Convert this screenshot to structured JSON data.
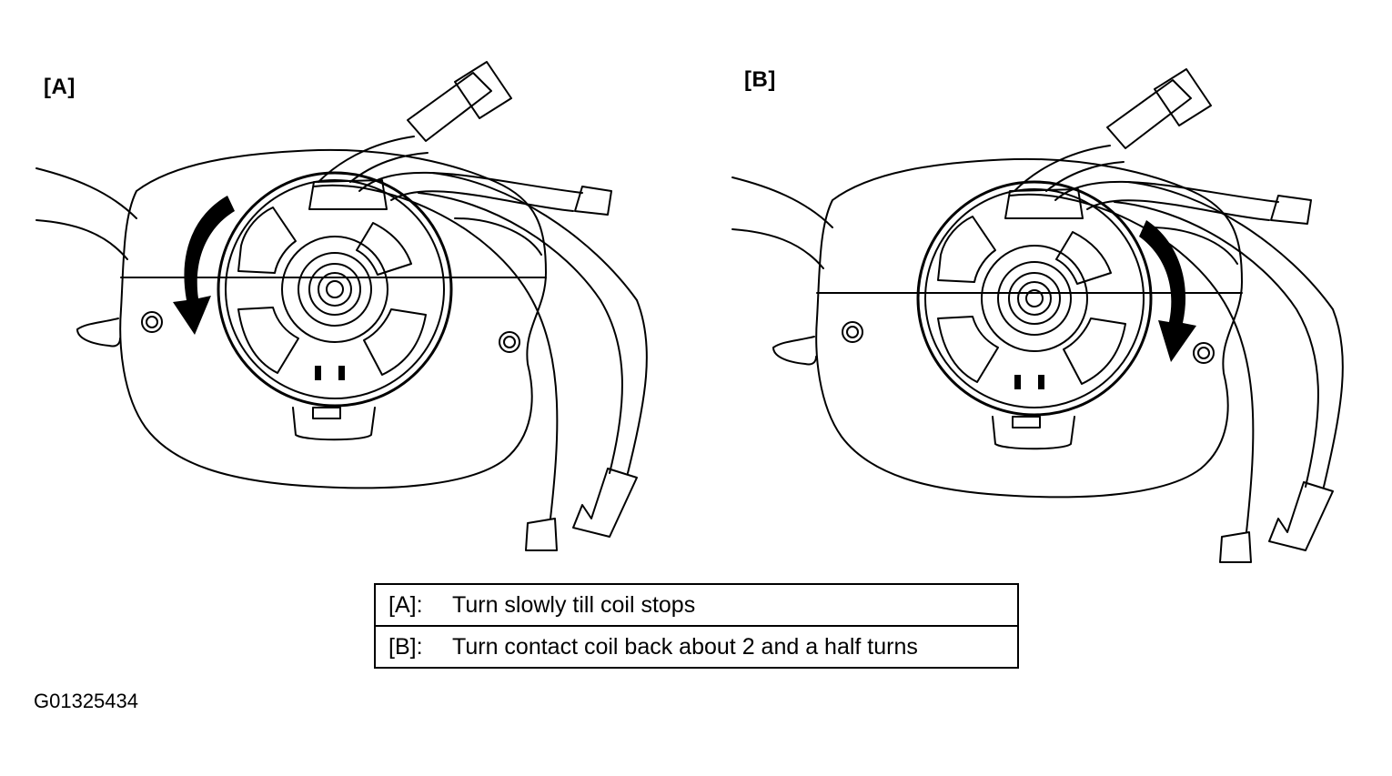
{
  "panels": {
    "a": {
      "label": "[A]"
    },
    "b": {
      "label": "[B]"
    }
  },
  "legend": [
    {
      "key": "[A]:",
      "text": "Turn slowly till coil stops"
    },
    {
      "key": "[B]:",
      "text": "Turn contact coil back about 2 and a half turns"
    }
  ],
  "figure_id": "G01325434",
  "icons": {
    "rotation_arrow_a": "counterclockwise-arrow-icon",
    "rotation_arrow_b": "clockwise-arrow-icon"
  },
  "colors": {
    "line": "#000000",
    "background": "#ffffff"
  }
}
